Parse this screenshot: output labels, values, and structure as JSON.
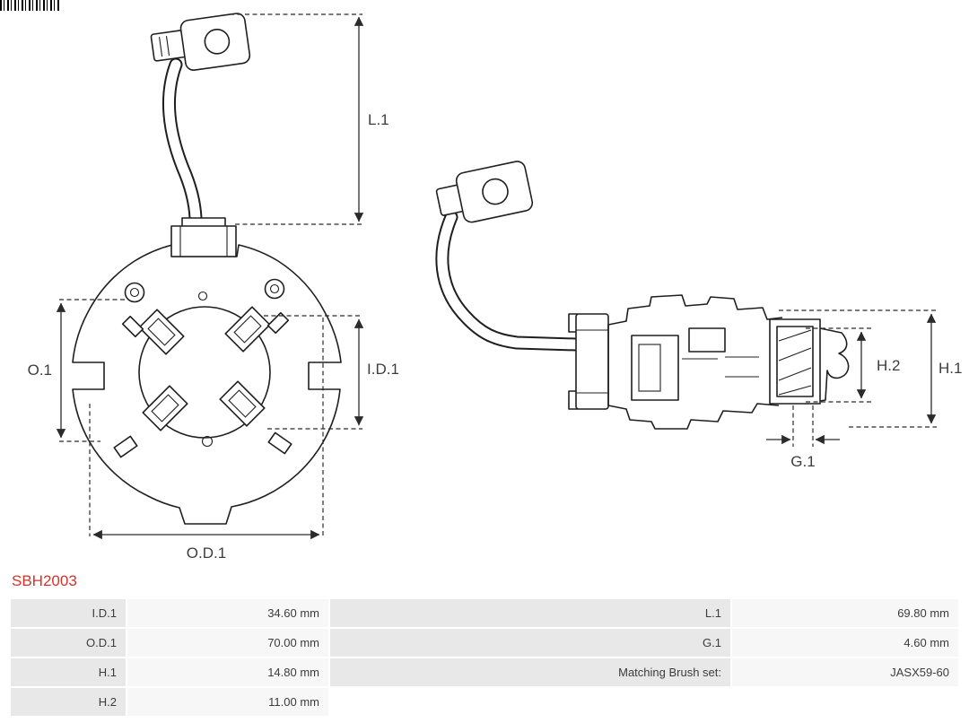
{
  "part_number": "SBH2003",
  "colors": {
    "part_number_red": "#d2342b",
    "table_label_bg": "#e8e8e8",
    "table_value_bg": "#f7f7f7",
    "line_color": "#1f1f1f"
  },
  "diagram": {
    "labels": {
      "l1": "L.1",
      "o1": "O.1",
      "id1": "I.D.1",
      "od1": "O.D.1",
      "h1": "H.1",
      "h2": "H.2",
      "g1": "G.1"
    }
  },
  "table": {
    "rows": [
      {
        "label_left": "I.D.1",
        "value_left": "34.60 mm",
        "label_right": "L.1",
        "value_right": "69.80 mm"
      },
      {
        "label_left": "O.D.1",
        "value_left": "70.00 mm",
        "label_right": "G.1",
        "value_right": "4.60 mm"
      },
      {
        "label_left": "H.1",
        "value_left": "14.80 mm",
        "label_right": "Matching Brush set:",
        "value_right": "JASX59-60"
      },
      {
        "label_left": "H.2",
        "value_left": "11.00 mm",
        "label_right": "",
        "value_right": ""
      }
    ]
  }
}
